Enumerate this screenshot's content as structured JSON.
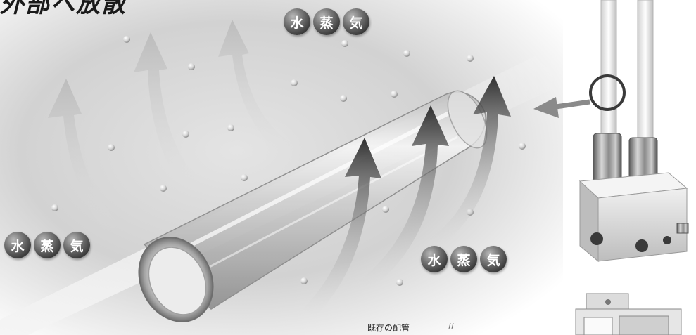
{
  "heading": "外部へ放散",
  "badges": {
    "top": [
      "水",
      "蒸",
      "気"
    ],
    "left": [
      "水",
      "蒸",
      "気"
    ],
    "right": [
      "水",
      "蒸",
      "気"
    ]
  },
  "caption": "既存の配管",
  "colors": {
    "background": "#ffffff",
    "badge": "#555555",
    "arrow_light": "#c4c4c4",
    "arrow_dark": "#3a3a3a",
    "callout_arrow": "#8a8a8a"
  }
}
